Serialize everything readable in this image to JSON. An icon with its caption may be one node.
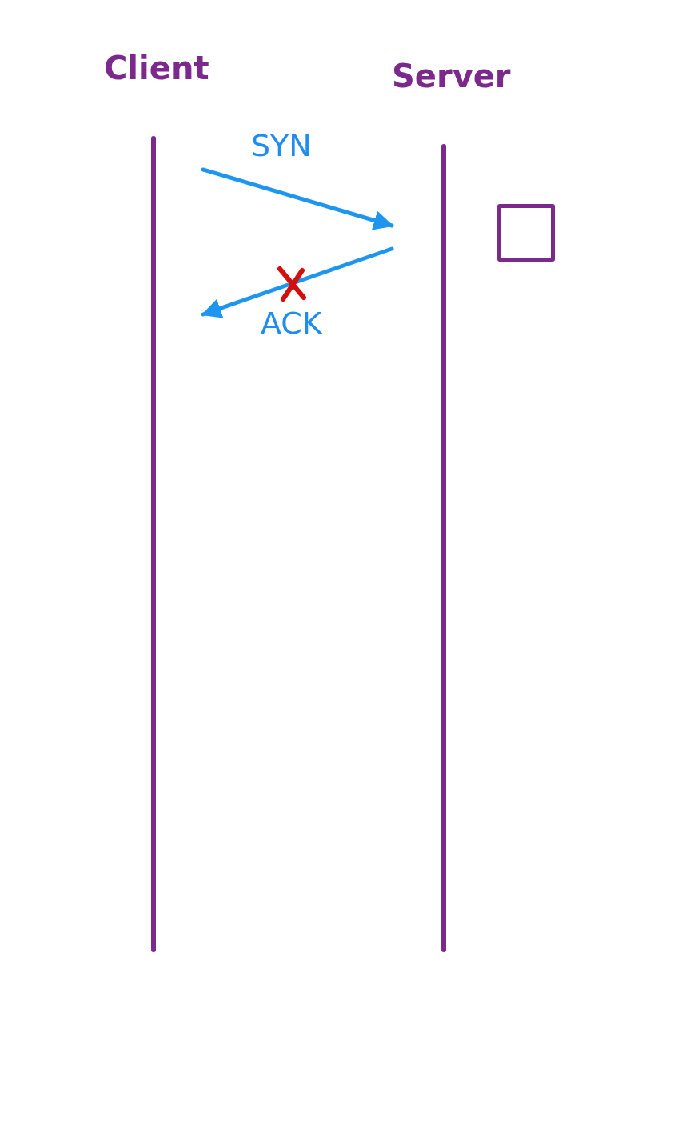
{
  "diagram": {
    "nodes": [
      {
        "text": [
          "Client"
        ]
      },
      {
        "text": [
          "Server"
        ]
      },
      {
        "text": [],
        "shape": "box"
      }
    ],
    "edges": [
      {
        "from": 0,
        "to": 1,
        "arrow": "to",
        "label": "SYN"
      },
      {
        "from": 1,
        "to": 0,
        "arrow": "to",
        "label": "ACK"
      }
    ]
  }
}
